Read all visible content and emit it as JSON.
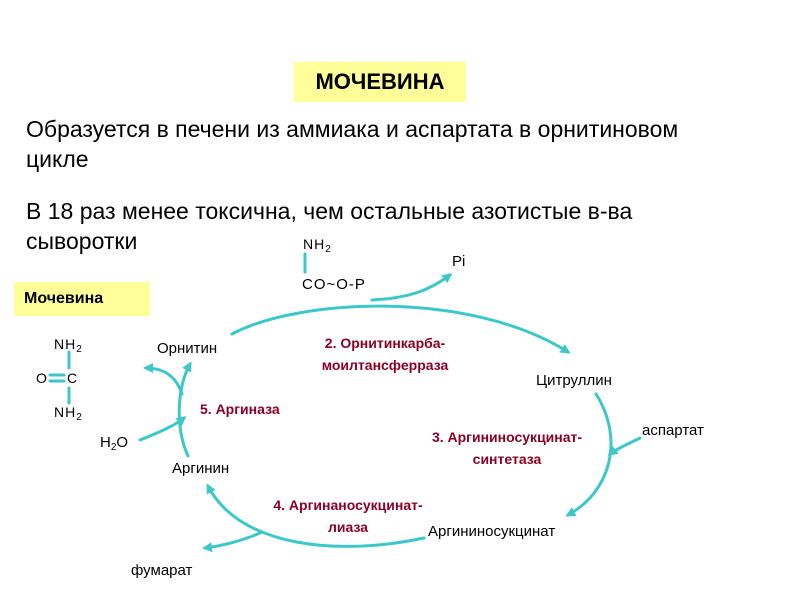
{
  "title": "МОЧЕВИНА",
  "text": {
    "line1": "Образуется в печени из аммиака и аспартата в орнитиновом",
    "line2": "цикле",
    "line3": "В 18 раз менее токсична, чем остальные азотистые в-ва",
    "line4": "сыворотки"
  },
  "urea": {
    "label": "Мочевина",
    "nh2_top": "NH",
    "o": "O",
    "c": "C",
    "nh2_bottom": "NH",
    "sub2": "2"
  },
  "carbamoyl": {
    "nh2": "NH",
    "sub2": "2",
    "co": "CO~O-P"
  },
  "metabolites": {
    "pi": "Pi",
    "ornithine": "Орнитин",
    "citrulline": "Цитруллин",
    "aspartate": "аспартат",
    "argininosuccinate": "Аргининосукцинат",
    "arginine": "Аргинин",
    "fumarate": "фумарат",
    "water_h": "H",
    "water_sub": "2",
    "water_o": "O"
  },
  "enzymes": {
    "e2_line1": "2. Орнитинкарба-",
    "e2_line2": "моилтансферраза",
    "e3_line1": "3. Аргининосукцинат-",
    "e3_line2": "синтетаза",
    "e4_line1": "4. Аргинаносукцинат-",
    "e4_line2": "лиаза",
    "e5": "5. Аргиназа"
  },
  "colors": {
    "highlight": "#ffff99",
    "arrow": "#3cc8c8",
    "enzyme": "#8b0026"
  }
}
